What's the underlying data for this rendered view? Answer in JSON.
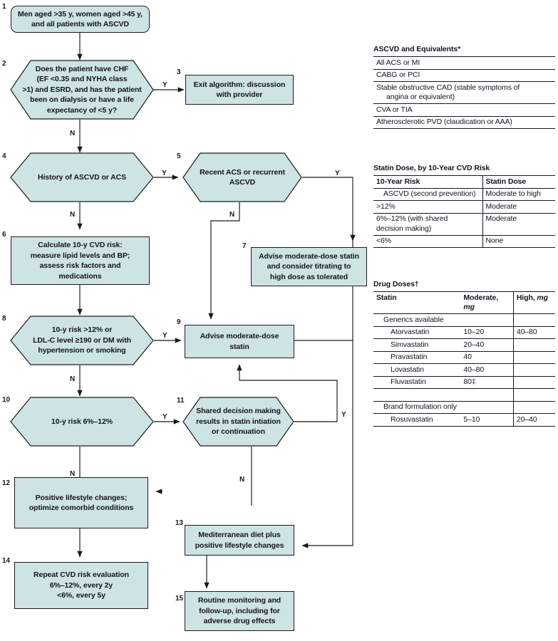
{
  "colors": {
    "node_fill": "#cde3e4",
    "node_stroke": "#1c1c1c",
    "text": "#14141c",
    "background": "#ffffff"
  },
  "flowchart": {
    "type": "clinical-algorithm-flowchart",
    "nodes": [
      {
        "num": "1",
        "shape": "rounded-rect",
        "lines": [
          "Men aged >35 y, women aged >45 y,",
          "and all patients with ASCVD"
        ]
      },
      {
        "num": "2",
        "shape": "hexagon",
        "lines": [
          "Does the patient have CHF",
          "(EF <0.35 and NYHA class",
          ">1) and ESRD, and has the patient",
          "been on dialysis or have a life",
          "expectancy of <5 y?"
        ]
      },
      {
        "num": "3",
        "shape": "rect",
        "lines": [
          "Exit algorithm: discussion",
          "with provider"
        ]
      },
      {
        "num": "4",
        "shape": "hexagon",
        "lines": [
          "History of ASCVD or ACS"
        ]
      },
      {
        "num": "5",
        "shape": "hexagon",
        "lines": [
          "Recent ACS or recurrent",
          "ASCVD"
        ]
      },
      {
        "num": "6",
        "shape": "rect",
        "lines": [
          "Calculate 10-y CVD risk:",
          "measure lipid levels and BP;",
          "assess risk factors and",
          "medications"
        ]
      },
      {
        "num": "7",
        "shape": "rect",
        "lines": [
          "Advise moderate-dose statin",
          "and consider titrating to",
          "high dose as tolerated"
        ]
      },
      {
        "num": "8",
        "shape": "hexagon",
        "lines": [
          "10-y risk >12% or",
          "LDL-C level ≥190 or DM with",
          "hypertension or smoking"
        ]
      },
      {
        "num": "9",
        "shape": "rect",
        "lines": [
          "Advise moderate-dose statin"
        ]
      },
      {
        "num": "10",
        "shape": "hexagon",
        "lines": [
          "10-y risk 6%–12%"
        ]
      },
      {
        "num": "11",
        "shape": "hexagon",
        "lines": [
          "Shared decision making",
          "results in statin intiation",
          "or continuation"
        ]
      },
      {
        "num": "12",
        "shape": "rect",
        "lines": [
          "Positive lifestyle changes;",
          "optimize comorbid conditions"
        ]
      },
      {
        "num": "13",
        "shape": "rect",
        "lines": [
          "Mediterranean diet plus",
          "positive lifestyle changes"
        ]
      },
      {
        "num": "14",
        "shape": "rect",
        "lines": [
          "Repeat CVD risk evaluation",
          "6%–12%, every 2y",
          "<6%, every 5y"
        ]
      },
      {
        "num": "15",
        "shape": "rect",
        "lines": [
          "Routine monitoring and",
          "follow-up, including for",
          "adverse drug effects"
        ]
      }
    ],
    "edge_labels": {
      "n2_yes": "Y",
      "n2_no": "N",
      "n4_yes": "Y",
      "n4_no": "N",
      "n5_yes": "Y",
      "n5_no": "N",
      "n8_yes": "Y",
      "n8_no": "N",
      "n10_yes": "Y",
      "n10_no": "N",
      "n11_yes": "Y",
      "n11_no": "N"
    }
  },
  "tables": {
    "ascvd": {
      "title": "ASCVD and Equivalents*",
      "rows": [
        {
          "text": "All ACS or MI",
          "sub": ""
        },
        {
          "text": "CABG or PCI",
          "sub": ""
        },
        {
          "text": "Stable obstructive CAD (stable symptoms of",
          "sub": "angina or equivalent)"
        },
        {
          "text": "CVA or TIA",
          "sub": ""
        },
        {
          "text": "Atherosclerotic PVD (claudication or AAA)",
          "sub": ""
        }
      ]
    },
    "statin_dose": {
      "title": "Statin Dose, by 10-Year CVD Risk",
      "headers": [
        "10-Year Risk",
        "Statin Dose"
      ],
      "rows": [
        {
          "risk": "ASCVD (second prevention)",
          "risk_sub": "",
          "indent": 1,
          "dose": "Moderate to high"
        },
        {
          "risk": ">12%",
          "risk_sub": "",
          "indent": 0,
          "dose": "Moderate"
        },
        {
          "risk": "6%–12% (with shared",
          "risk_sub": "decision making)",
          "indent": 0,
          "dose": "Moderate"
        },
        {
          "risk": "<6%",
          "risk_sub": "",
          "indent": 0,
          "dose": "None"
        }
      ]
    },
    "drug_doses": {
      "title": "Drug Doses†",
      "headers": [
        "Statin",
        "Moderate, mg",
        "High, mg"
      ],
      "header_italic_units": [
        "",
        "mg",
        "mg"
      ],
      "rows": [
        {
          "statin": "Generics available",
          "indent": 1,
          "moderate": "",
          "high": ""
        },
        {
          "statin": "Atorvastatin",
          "indent": 2,
          "moderate": "10–20",
          "high": "40–80"
        },
        {
          "statin": "Simvastatin",
          "indent": 2,
          "moderate": "20–40",
          "high": ""
        },
        {
          "statin": "Pravastatin",
          "indent": 2,
          "moderate": "40",
          "high": ""
        },
        {
          "statin": "Lovastatin",
          "indent": 2,
          "moderate": "40–80",
          "high": ""
        },
        {
          "statin": "Fluvastatin",
          "indent": 2,
          "moderate": "80‡",
          "high": ""
        },
        {
          "statin": "",
          "indent": 0,
          "moderate": "",
          "high": ""
        },
        {
          "statin": "Brand formulation only",
          "indent": 1,
          "moderate": "",
          "high": ""
        },
        {
          "statin": "Rosuvastatin",
          "indent": 2,
          "moderate": "5–10",
          "high": "20–40"
        }
      ]
    }
  }
}
